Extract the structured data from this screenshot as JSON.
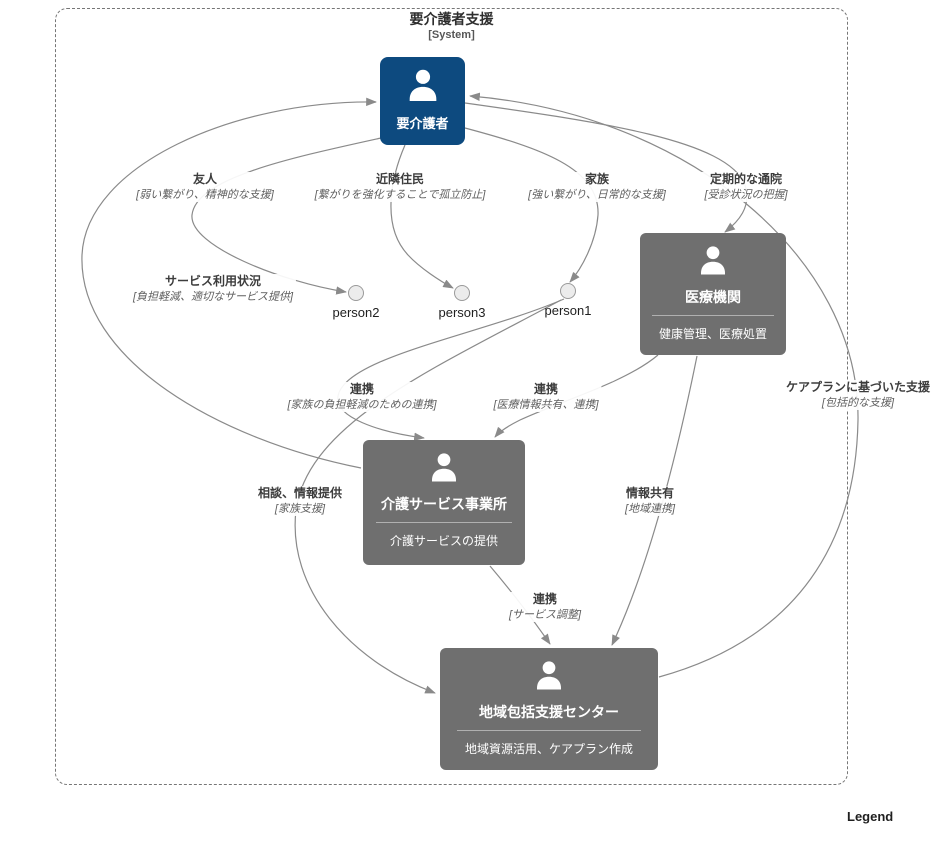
{
  "diagram": {
    "boundary": {
      "title": "要介護者支援",
      "subtitle": "[System]"
    },
    "legend_label": "Legend"
  },
  "colors": {
    "person_box": "#0d4a7f",
    "gray_box": "#6f6f6f",
    "edge": "#8a8a8a"
  },
  "nodes": {
    "care_recipient": {
      "label": "要介護者"
    },
    "medical": {
      "title": "医療機関",
      "description": "健康管理、医療処置"
    },
    "care_service": {
      "title": "介護サービス事業所",
      "description": "介護サービスの提供"
    },
    "community_center": {
      "title": "地域包括支援センター",
      "description": "地域資源活用、ケアプラン作成"
    },
    "person1": {
      "label": "person1"
    },
    "person2": {
      "label": "person2"
    },
    "person3": {
      "label": "person3"
    }
  },
  "edges": {
    "friend": {
      "title": "友人",
      "detail": "[弱い繋がり、精神的な支援]"
    },
    "neighbor": {
      "title": "近隣住民",
      "detail": "[繋がりを強化することで孤立防止]"
    },
    "family": {
      "title": "家族",
      "detail": "[強い繋がり、日常的な支援]"
    },
    "hospital_visit": {
      "title": "定期的な通院",
      "detail": "[受診状況の把握]"
    },
    "service_status": {
      "title": "サービス利用状況",
      "detail": "[負担軽減、適切なサービス提供]"
    },
    "cooperation_family": {
      "title": "連携",
      "detail": "[家族の負担軽減のための連携]"
    },
    "cooperation_medical": {
      "title": "連携",
      "detail": "[医療情報共有、連携]"
    },
    "care_plan_support": {
      "title": "ケアプランに基づいた支援",
      "detail": "[包括的な支援]"
    },
    "consultation": {
      "title": "相談、情報提供",
      "detail": "[家族支援]"
    },
    "info_sharing": {
      "title": "情報共有",
      "detail": "[地域連携]"
    },
    "service_coordination": {
      "title": "連携",
      "detail": "[サービス調整]"
    }
  }
}
